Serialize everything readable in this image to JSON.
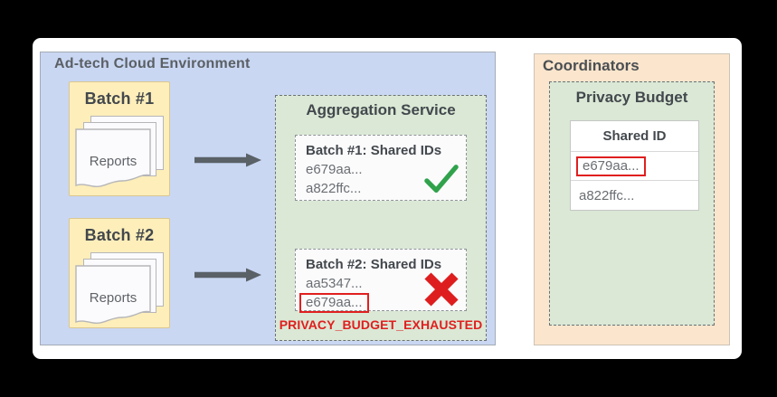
{
  "environment": {
    "title": "Ad-tech Cloud Environment",
    "batches": [
      {
        "label": "Batch #1",
        "documents_label": "Reports"
      },
      {
        "label": "Batch #2",
        "documents_label": "Reports"
      }
    ]
  },
  "aggregation_service": {
    "title": "Aggregation Service",
    "results": [
      {
        "title": "Batch #1: Shared IDs",
        "ids": [
          "e679aa...",
          "a822ffc..."
        ],
        "status": "success"
      },
      {
        "title": "Batch #2: Shared IDs",
        "ids": [
          "aa5347...",
          "e679aa..."
        ],
        "status": "error",
        "highlighted_id": "e679aa..."
      }
    ],
    "error_label": "PRIVACY_BUDGET_EXHAUSTED"
  },
  "coordinators": {
    "title": "Coordinators",
    "privacy_budget": {
      "title": "Privacy Budget",
      "table": {
        "header": "Shared ID",
        "rows": [
          "e679aa...",
          "a822ffc..."
        ],
        "highlighted_row": "e679aa..."
      }
    }
  },
  "colors": {
    "environment_blue": "#c9d7f3",
    "batch_yellow": "#fdeeba",
    "service_green": "#dae8d5",
    "coordinators_peach": "#fbe5cc",
    "error_red": "#e01f1f",
    "success_green": "#31a24c",
    "arrow_gray": "#5a6167"
  }
}
